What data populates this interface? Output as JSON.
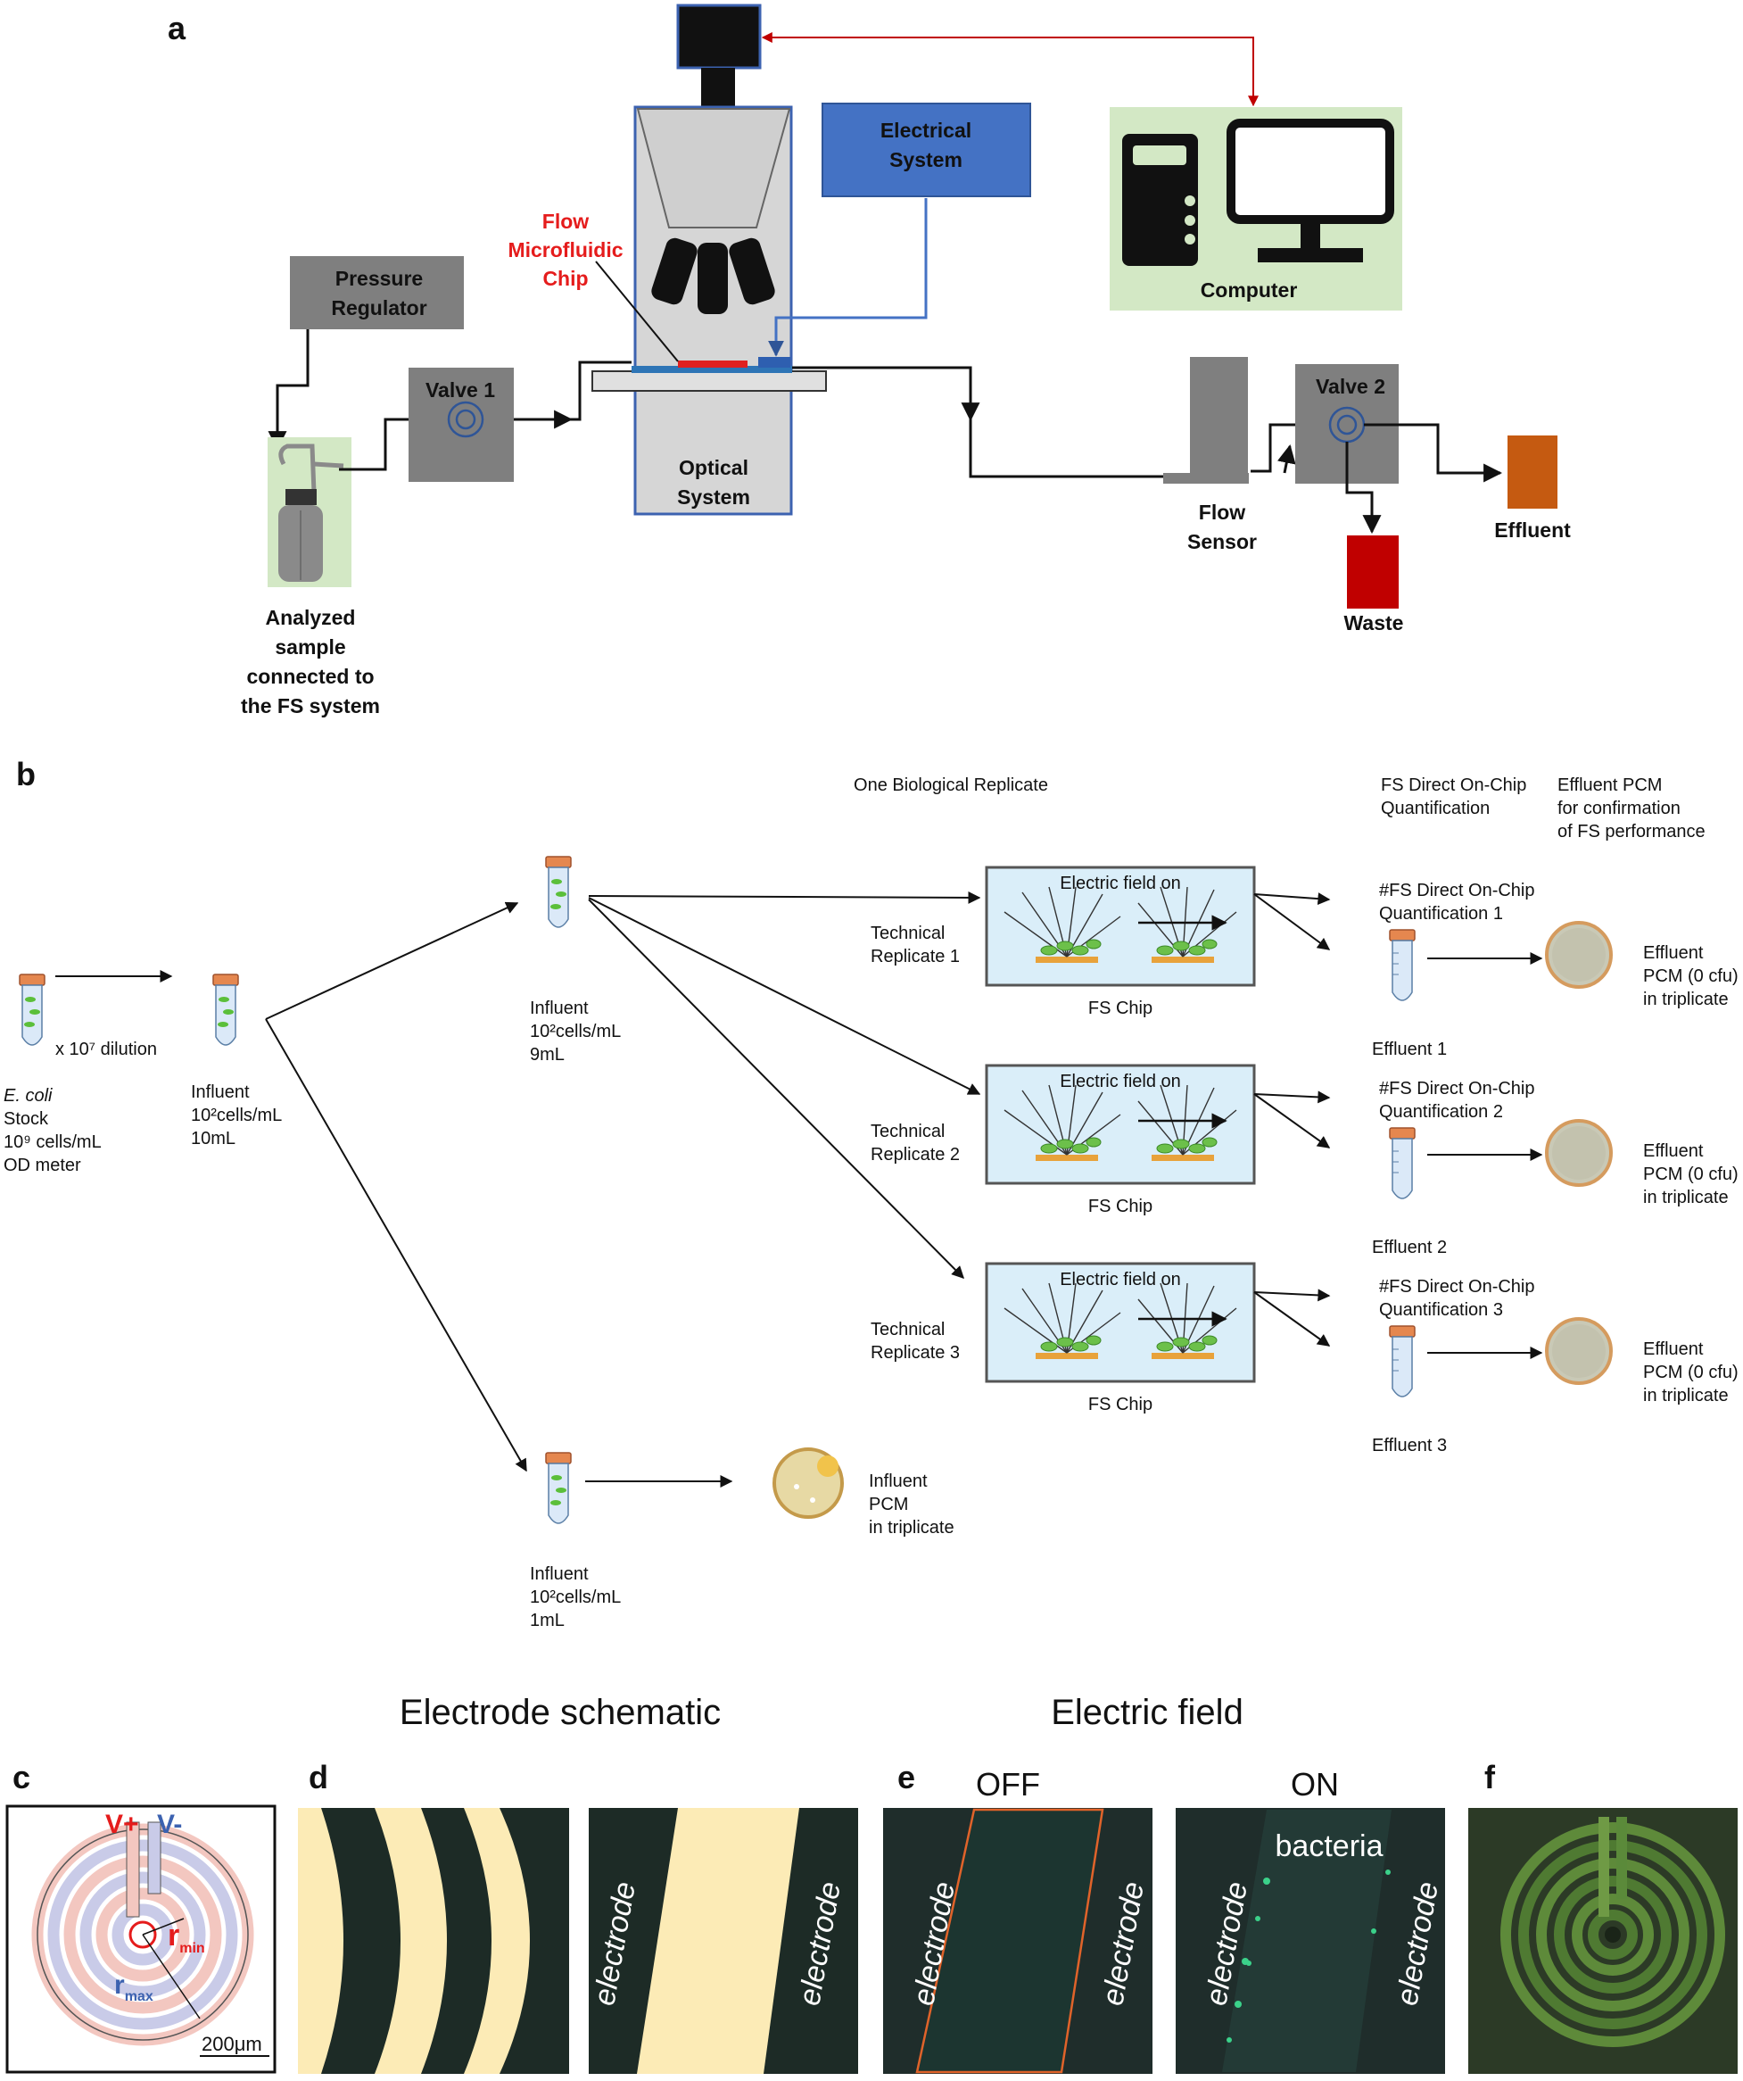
{
  "panel_a": {
    "label": "a",
    "pressure_regulator": "Pressure\nRegulator",
    "valve1": "Valve 1",
    "valve2": "Valve 2",
    "flow_chip": "Flow\nMicrofluidic\nChip",
    "optical_system": "Optical\nSystem",
    "electrical_system": "Electrical\nSystem",
    "computer": "Computer",
    "flow_sensor": "Flow\nSensor",
    "effluent": "Effluent",
    "waste": "Waste",
    "sample": "Analyzed\nsample\nconnected to\nthe FS system"
  },
  "panel_b": {
    "label": "b",
    "header_replicate": "One Biological Replicate",
    "header_quant": "FS Direct On-Chip\nQuantification",
    "header_pcm": "Effluent PCM\nfor confirmation\nof FS performance",
    "dilution": "x 10⁷ dilution",
    "stock": "E. coli\nStock\n10⁹ cells/mL\nOD meter",
    "influent_10ml": "Influent\n10²cells/mL\n10mL",
    "influent_9ml": "Influent\n10²cells/mL\n9mL",
    "influent_1ml": "Influent\n10²cells/mL\n1mL",
    "influent_pcm": "Influent\nPCM\nin triplicate",
    "electric_field_on": "Electric field on",
    "fs_chip": "FS Chip",
    "replicates": [
      {
        "technical": "Technical\nReplicate 1",
        "quant": "#FS  Direct On-Chip\nQuantification 1",
        "effluent": "Effluent 1",
        "pcm": "Effluent\nPCM  (0 cfu)\nin triplicate"
      },
      {
        "technical": "Technical\nReplicate 2",
        "quant": "#FS  Direct On-Chip\nQuantification 2",
        "effluent": "Effluent 2",
        "pcm": "Effluent\nPCM  (0 cfu)\nin triplicate"
      },
      {
        "technical": "Technical\nReplicate 3",
        "quant": "#FS  Direct On-Chip\nQuantification 3",
        "effluent": "Effluent 3",
        "pcm": "Effluent\nPCM  (0 cfu)\nin triplicate"
      }
    ]
  },
  "panel_c": {
    "label": "c",
    "v_plus": "V+",
    "v_minus": "V-",
    "r_min": "r",
    "r_min_sub": "min",
    "r_max": "r",
    "r_max_sub": "max",
    "scale": "200μm"
  },
  "panel_d": {
    "label": "d",
    "title": "Electrode schematic",
    "electrode": "electrode"
  },
  "panel_e": {
    "label": "e",
    "title": "Electric field",
    "off": "OFF",
    "on": "ON",
    "electrode": "electrode",
    "bacteria": "bacteria"
  },
  "panel_f": {
    "label": "f"
  },
  "colors": {
    "green_box": "#d3e8c5",
    "blue_box": "#4472c4",
    "red_text": "#e51c1c",
    "waste": "#c00000",
    "effluent": "#c55a11",
    "gray": "#7f7f7f"
  }
}
